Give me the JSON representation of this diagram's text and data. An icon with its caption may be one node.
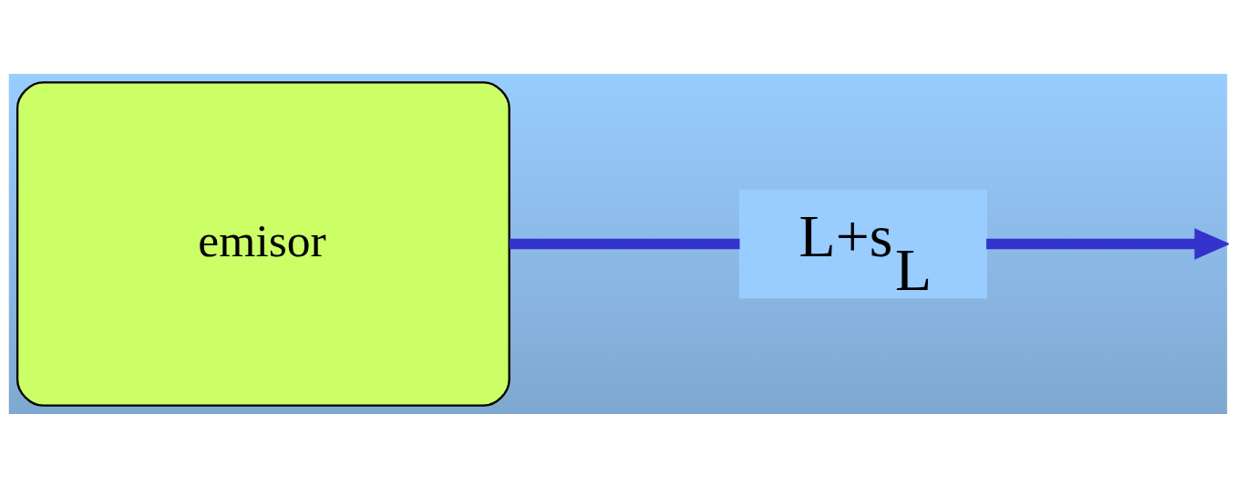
{
  "diagram": {
    "nodes": [
      {
        "text": [
          "emisor"
        ]
      },
      {
        "text": [
          "L+s$_{L}$"
        ]
      }
    ],
    "edges": [
      {
        "from": 0,
        "to": 1,
        "arrow": "none"
      },
      {
        "from": 1,
        "to": null,
        "arrow": "to"
      }
    ]
  }
}
